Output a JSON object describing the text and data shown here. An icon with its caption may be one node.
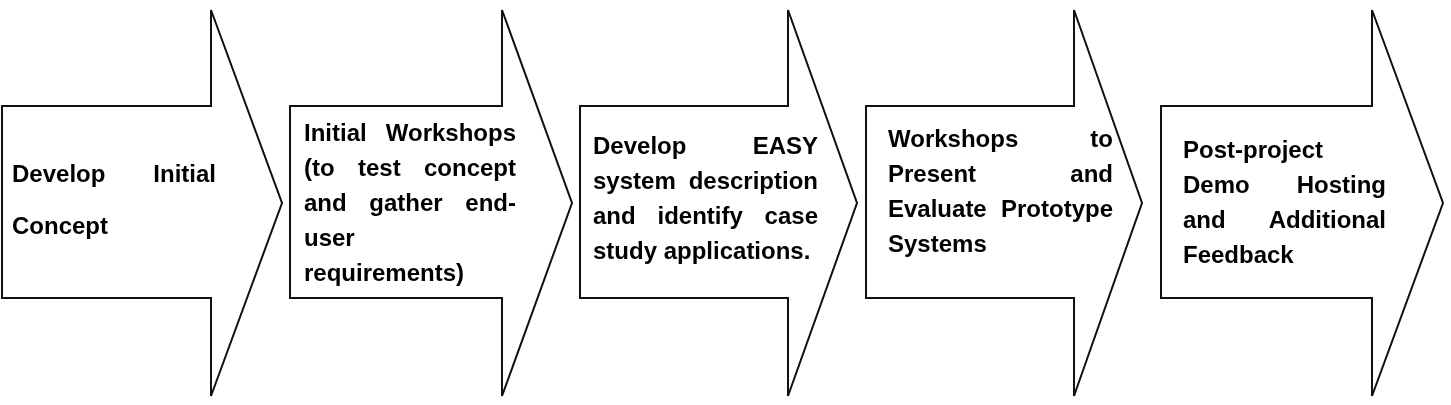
{
  "diagram": {
    "nodes": [
      {
        "text": [
          "Develop Initial Concept"
        ]
      },
      {
        "text": [
          "Initial Workshops (to test concept and gather end-user requirements)"
        ]
      },
      {
        "text": [
          "Develop EASY system description and identify case study applications."
        ]
      },
      {
        "text": [
          "Workshops to Present and Evaluate Prototype Systems"
        ]
      },
      {
        "text": [
          "Post-project Demo Hosting and Additional Feedback"
        ]
      }
    ]
  }
}
